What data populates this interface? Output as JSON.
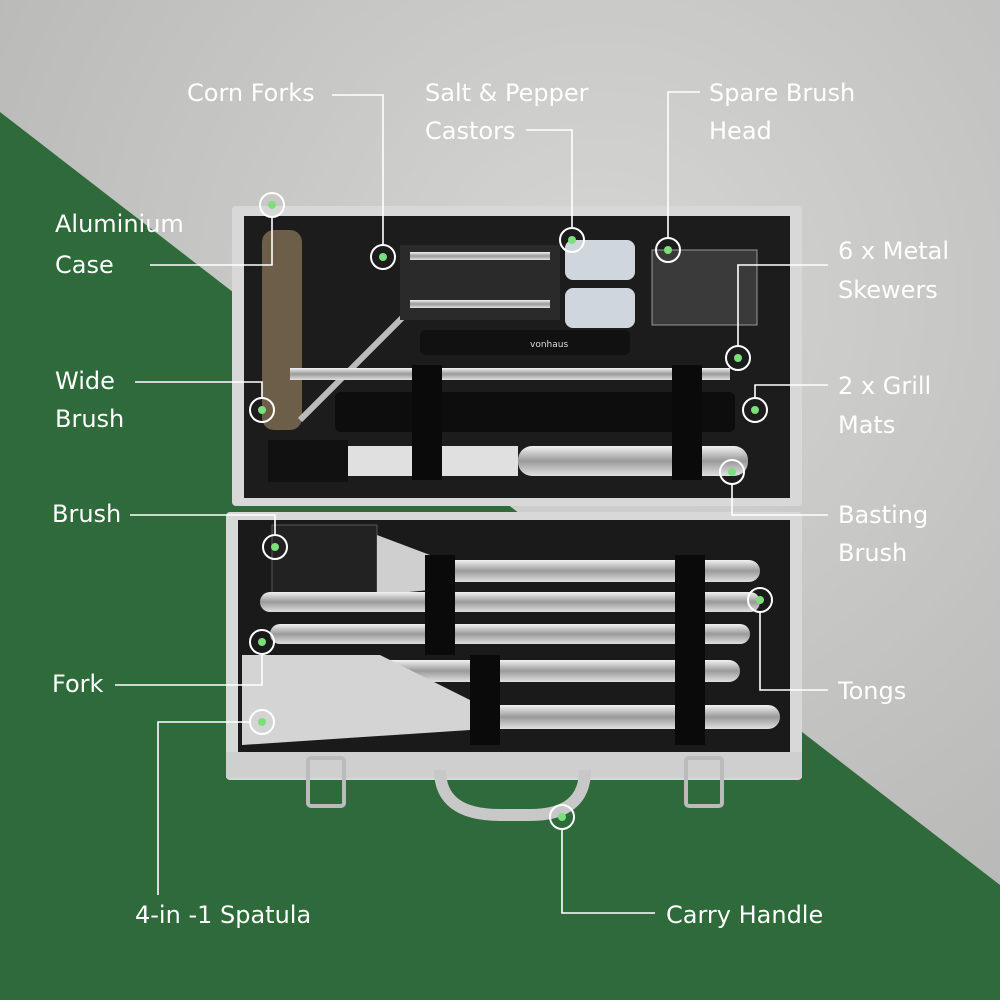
{
  "colors": {
    "background_concrete": "#c9c9c7",
    "green_panel": "#2e6a3a",
    "label_text": "#ffffff",
    "marker_dot": "#7be07b",
    "case_interior": "#1c1c1c",
    "case_frame": "#d8d8d8"
  },
  "brand": "vonhaus",
  "callouts": [
    {
      "id": "corn-forks",
      "lines": [
        "Corn Forks"
      ]
    },
    {
      "id": "salt-pepper-castors",
      "lines": [
        "Salt & Pepper",
        "Castors"
      ]
    },
    {
      "id": "spare-brush-head",
      "lines": [
        "Spare Brush",
        "Head"
      ]
    },
    {
      "id": "aluminium-case",
      "lines": [
        "Aluminium",
        "Case"
      ]
    },
    {
      "id": "metal-skewers",
      "lines": [
        "6 x Metal",
        "Skewers"
      ]
    },
    {
      "id": "wide-brush",
      "lines": [
        "Wide",
        "Brush"
      ]
    },
    {
      "id": "grill-mats",
      "lines": [
        "2 x Grill",
        "Mats"
      ]
    },
    {
      "id": "basting-brush",
      "lines": [
        "Basting",
        "Brush"
      ]
    },
    {
      "id": "brush",
      "lines": [
        "Brush"
      ]
    },
    {
      "id": "fork",
      "lines": [
        "Fork"
      ]
    },
    {
      "id": "tongs",
      "lines": [
        "Tongs"
      ]
    },
    {
      "id": "spatula",
      "lines": [
        "4-in -1 Spatula"
      ]
    },
    {
      "id": "carry-handle",
      "lines": [
        "Carry Handle"
      ]
    }
  ]
}
